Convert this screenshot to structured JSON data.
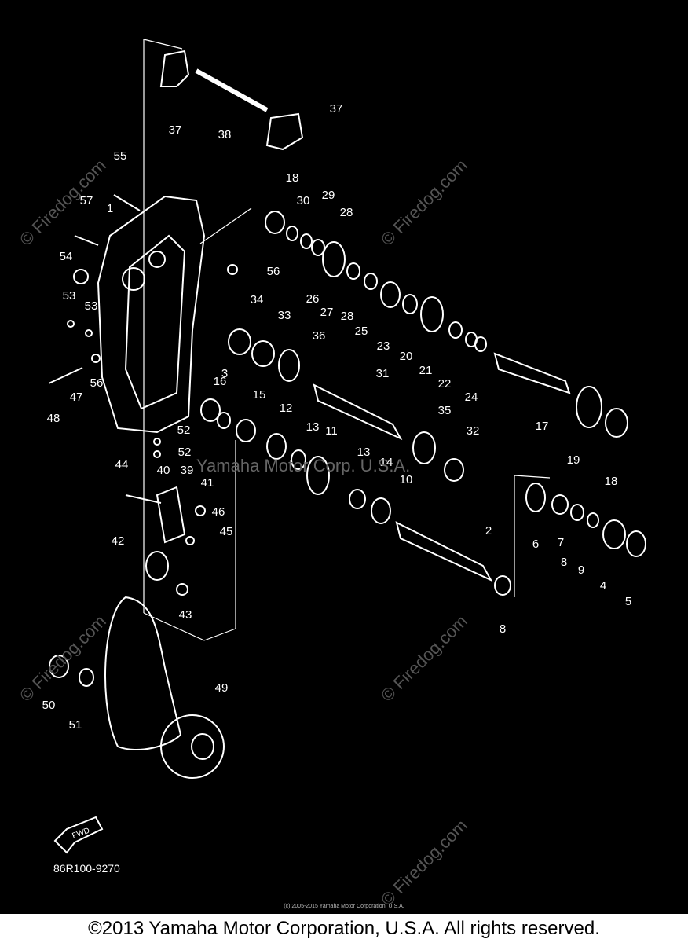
{
  "labels": [
    "1",
    "2",
    "3",
    "4",
    "5",
    "6",
    "7",
    "8",
    "8",
    "9",
    "10",
    "11",
    "12",
    "13",
    "13",
    "14",
    "15",
    "16",
    "17",
    "18",
    "18",
    "19",
    "20",
    "21",
    "22",
    "23",
    "24",
    "25",
    "26",
    "27",
    "28",
    "28",
    "29",
    "30",
    "31",
    "32",
    "33",
    "34",
    "35",
    "36",
    "37",
    "37",
    "38",
    "39",
    "40",
    "41",
    "42",
    "43",
    "44",
    "45",
    "46",
    "47",
    "48",
    "49",
    "50",
    "51",
    "52",
    "52",
    "53",
    "53",
    "54",
    "55",
    "56",
    "56",
    "57"
  ],
  "watermark_text": "© Firedog.com",
  "center_watermark": "Yamaha Motor Corp. U.S.A.",
  "diagram_code": "86R100-9270",
  "fwd_label": "FWD",
  "small_notice": "(c) 2005-2015 Yamaha Motor Corporation, U.S.A.",
  "footer": "©2013 Yamaha Motor Corporation, U.S.A. All rights reserved."
}
